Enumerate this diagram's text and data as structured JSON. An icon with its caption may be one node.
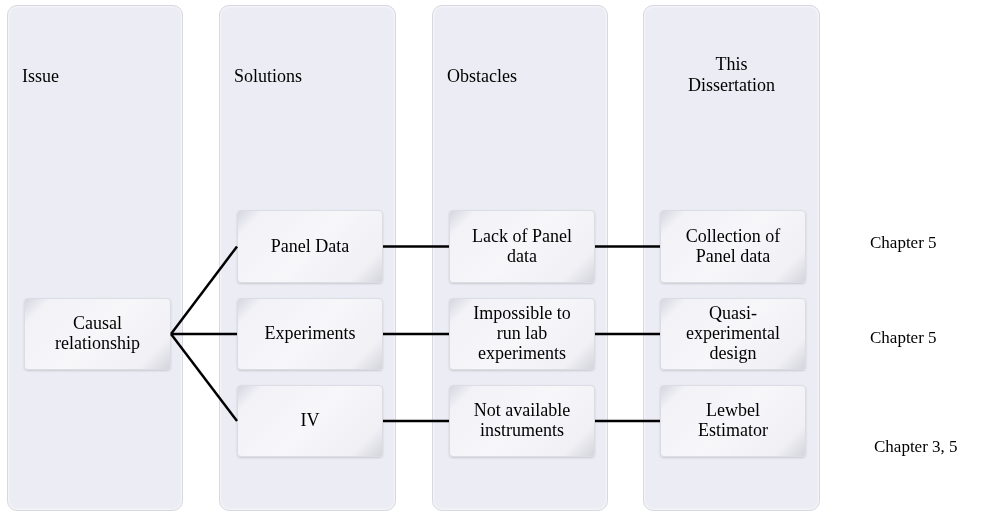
{
  "diagram": {
    "nodes": [
      {
        "text": [
          "Issue"
        ]
      },
      {
        "text": [
          "Solutions"
        ]
      },
      {
        "text": [
          "Obstacles"
        ]
      },
      {
        "text": [
          "This Dissertation"
        ]
      },
      {
        "text": [
          "Causal relationship"
        ],
        "in": 0
      },
      {
        "text": [
          "Panel Data"
        ],
        "in": 1
      },
      {
        "text": [
          "Experiments"
        ],
        "in": 1
      },
      {
        "text": [
          "IV"
        ],
        "in": 1
      },
      {
        "text": [
          "Lack of Panel data"
        ],
        "in": 2
      },
      {
        "text": [
          "Impossible to run lab experiments"
        ],
        "in": 2
      },
      {
        "text": [
          "Not available instruments"
        ],
        "in": 2
      },
      {
        "text": [
          "Collection of Panel data"
        ],
        "in": 3
      },
      {
        "text": [
          "Quasi-experimental design"
        ],
        "in": 3
      },
      {
        "text": [
          "Lewbel Estimator"
        ],
        "in": 3
      }
    ],
    "edges": [
      {
        "from": 4,
        "to": 5,
        "arrow": "none"
      },
      {
        "from": 4,
        "to": 6,
        "arrow": "none"
      },
      {
        "from": 4,
        "to": 7,
        "arrow": "none"
      },
      {
        "from": 5,
        "to": 8,
        "arrow": "none"
      },
      {
        "from": 6,
        "to": 9,
        "arrow": "none"
      },
      {
        "from": 7,
        "to": 10,
        "arrow": "none"
      },
      {
        "from": 8,
        "to": 11,
        "arrow": "none"
      },
      {
        "from": 9,
        "to": 12,
        "arrow": "none"
      },
      {
        "from": 10,
        "to": 13,
        "arrow": "none"
      }
    ],
    "labels": [
      "Chapter 5",
      "Chapter 5",
      "Chapter 3, 5"
    ]
  }
}
